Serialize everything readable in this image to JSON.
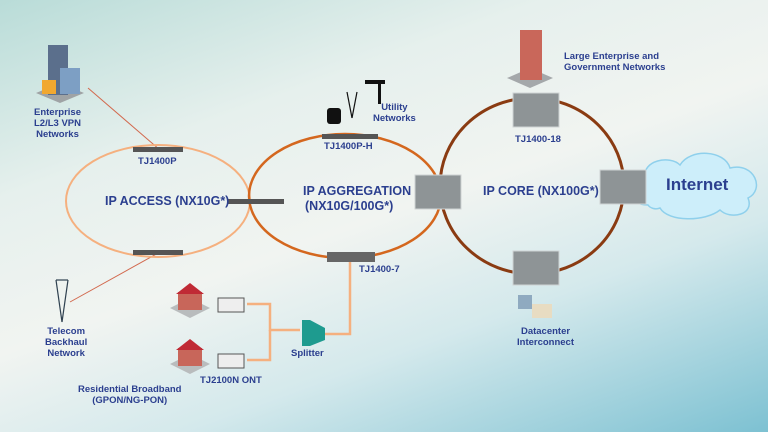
{
  "colors": {
    "text": "#2b3f8f",
    "access_ring": "#f5b07f",
    "aggregation_ring": "#d4671e",
    "core_ring": "#8a3b12",
    "link_thin": "#d2694e",
    "pon_link": "#f5b07f",
    "splitter": "#1e9b8f",
    "cloud": "#cdeefa"
  },
  "rings": {
    "access": "IP ACCESS (NX10G*)",
    "aggregation_line1": "IP AGGREGATION",
    "aggregation_line2": "(NX10G/100G*)",
    "core": "IP CORE (NX100G*)"
  },
  "devices": {
    "tj1400p": "TJ1400P",
    "tj1400ph": "TJ1400P-H",
    "tj1400_7": "TJ1400-7",
    "tj1400_18": "TJ1400-18",
    "tj2100n": "TJ2100N ONT",
    "splitter": "Splitter"
  },
  "endpoints": {
    "enterprise": [
      "Enterprise",
      "L2/L3 VPN",
      "Networks"
    ],
    "utility": [
      "Utility",
      "Networks"
    ],
    "large_enterprise": [
      "Large Enterprise and",
      "Government Networks"
    ],
    "internet": "Internet",
    "datacenter": [
      "Datacenter",
      "Interconnect"
    ],
    "telecom": [
      "Telecom",
      "Backhaul",
      "Network"
    ],
    "residential": [
      "Residential Broadband",
      "(GPON/NG-PON)"
    ]
  }
}
